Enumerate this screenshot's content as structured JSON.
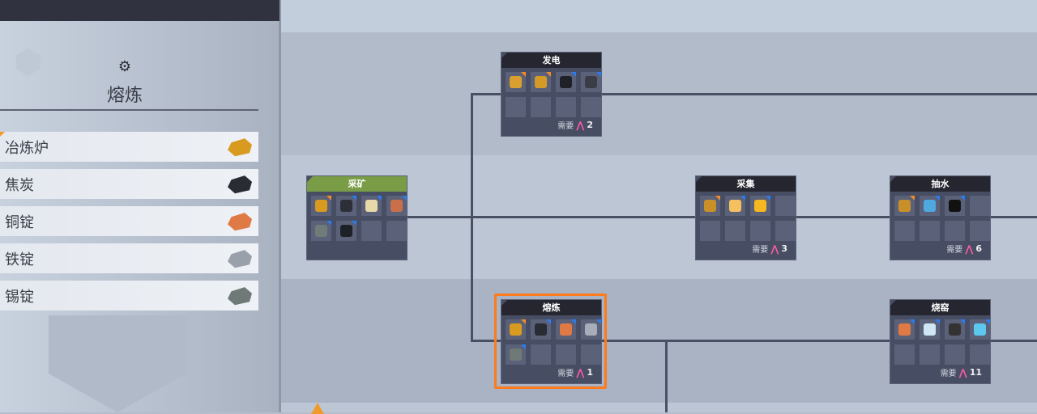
{
  "sidebar": {
    "category_title": "熔炼",
    "category_icon": "lightning-gear-icon",
    "items": [
      {
        "label": "冶炼炉",
        "icon": "smelter-icon",
        "color": "#d99a20"
      },
      {
        "label": "焦炭",
        "icon": "coke-icon",
        "color": "#2a2c33"
      },
      {
        "label": "铜锭",
        "icon": "copper-ingot-icon",
        "color": "#e07a45"
      },
      {
        "label": "铁锭",
        "icon": "iron-ingot-icon",
        "color": "#9aa0aa"
      },
      {
        "label": "锡锭",
        "icon": "tin-ingot-icon",
        "color": "#6f7a78"
      }
    ]
  },
  "requirement_label": "需要",
  "colors": {
    "accent": "#ff7a1a",
    "tag_building": "#f08a2a",
    "tag_resource": "#2a7cf0",
    "mine_header": "#799c46",
    "node_bg": "#474d63"
  },
  "nodes": [
    {
      "id": "mining",
      "title": "采矿",
      "green": true,
      "req": null,
      "slots": [
        [
          "building",
          "#d99a20"
        ],
        [
          "resource",
          "#2d2f38"
        ],
        [
          "resource",
          "#e8d9a8"
        ],
        [
          "resource",
          "#c9704a"
        ],
        [
          "resource",
          "#6f7d7a"
        ],
        [
          "resource",
          "#1f2128"
        ]
      ]
    },
    {
      "id": "power",
      "title": "发电",
      "req": "2",
      "slots": [
        [
          "building",
          "#d9a030"
        ],
        [
          "building",
          "#d49a28"
        ],
        [
          "resource",
          "#1f2128"
        ],
        [
          "resource",
          "#3a3d46"
        ]
      ]
    },
    {
      "id": "gather",
      "title": "采集",
      "req": "3",
      "slots": [
        [
          "building",
          "#c9902a"
        ],
        [
          "resource",
          "#f5c060"
        ],
        [
          "resource",
          "#f5b820"
        ]
      ]
    },
    {
      "id": "pump",
      "title": "抽水",
      "req": "6",
      "slots": [
        [
          "building",
          "#c9902a"
        ],
        [
          "resource",
          "#4fa8e0"
        ],
        [
          "resource",
          "#111"
        ]
      ]
    },
    {
      "id": "smelt",
      "title": "熔炼",
      "req": "1",
      "selected": true,
      "slots": [
        [
          "building",
          "#d99a20"
        ],
        [
          "resource",
          "#2a2c33"
        ],
        [
          "resource",
          "#e07a45"
        ],
        [
          "resource",
          "#a8aeb8"
        ],
        [
          "resource",
          "#6f7a78"
        ]
      ]
    },
    {
      "id": "kiln",
      "title": "烧窑",
      "req": "11",
      "slots": [
        [
          "resource",
          "#e07a45"
        ],
        [
          "resource",
          "#cfe6f5"
        ],
        [
          "resource",
          "#333"
        ],
        [
          "resource",
          "#5cc8f0"
        ]
      ]
    }
  ]
}
